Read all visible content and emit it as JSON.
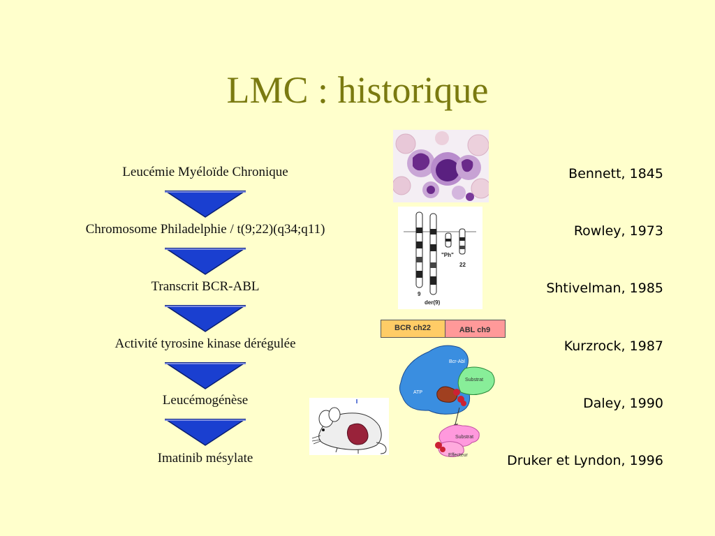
{
  "slide": {
    "title": "LMC : historique",
    "steps": [
      "Leucémie Myéloïde Chronique",
      "Chromosome Philadelphie / t(9;22)(q34;q11)",
      "Transcrit BCR-ABL",
      "Activité tyrosine kinase dérégulée",
      "Leucémogénèse",
      "Imatinib mésylate"
    ],
    "references": [
      "Bennett, 1845",
      "Rowley, 1973",
      "Shtivelman, 1985",
      "Kurzrock, 1987",
      "Daley, 1990",
      "Druker et Lyndon, 1996"
    ],
    "karyotype_labels": {
      "ph": "\"Ph\"",
      "chr22": "22",
      "chr9": "9",
      "der9": "der(9)"
    },
    "fusion": {
      "bcr": "BCR ch22",
      "abl": "ABL ch9"
    },
    "kinase_diagram": {
      "bcr_abl": "Bcr-Abl",
      "substrat": "Substrat",
      "atp": "ATP",
      "substrat2": "Substrat",
      "effecteur": "Effecteur",
      "p": "P"
    },
    "colors": {
      "title": "#7a7a10",
      "background": "#ffffcc",
      "arrow": "#1a3fd0",
      "bcr": "#ffcc66",
      "abl": "#ff9999"
    }
  }
}
